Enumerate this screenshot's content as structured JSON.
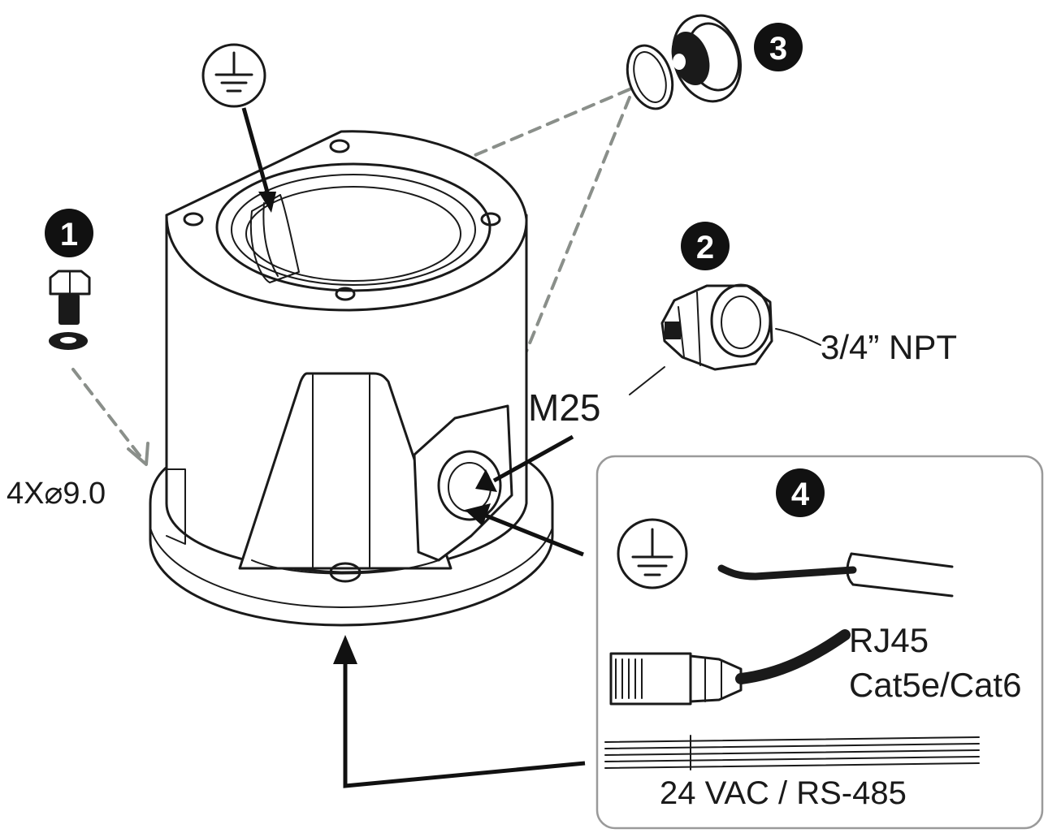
{
  "labels": {
    "hole_spec": "4X⌀9.0",
    "thread_m25": "M25",
    "thread_npt": "3/4” NPT",
    "rj45": "RJ45",
    "cat_cable": "Cat5e/Cat6",
    "power_data": "24 VAC / RS-485"
  },
  "badges": {
    "b1": "1",
    "b2": "2",
    "b3": "3",
    "b4": "4"
  },
  "icons": {
    "ground_top": "ground-icon",
    "ground_panel": "ground-icon",
    "bolt": "bolt-icon",
    "washer": "washer-icon",
    "plug": "plug-icon",
    "oring": "o-ring-icon",
    "fitting": "conduit-fitting-icon",
    "rj45_connector": "rj45-connector-icon"
  },
  "colors": {
    "ink": "#1a1a1a",
    "dashed_guide": "#8a8f8a",
    "badge_fill": "#111111"
  }
}
